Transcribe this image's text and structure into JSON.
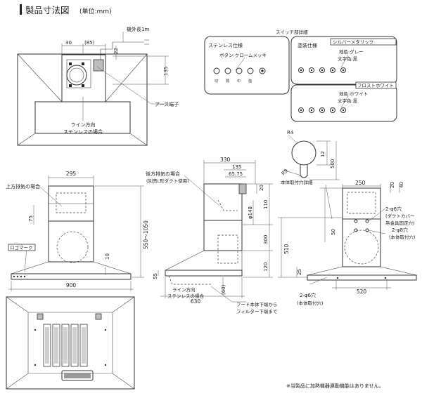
{
  "header": {
    "title": "製品寸法図",
    "unit": "(単位:mm)"
  },
  "top_view": {
    "cable": "機外長1m",
    "d30": "30",
    "d85": "(85)",
    "d22": "22",
    "d135": "135",
    "earth": "アース端子",
    "line1": "ライン方向",
    "line2": "ステンレスの場合"
  },
  "switch_panel": {
    "title": "スイッチ部詳細",
    "stainless": "ステンレス仕様",
    "button_chrome": "ボタン:クロームメッキ",
    "painted": "塗装仕様",
    "silver": "シルバーメタリック",
    "gray_color": "地色:グレー",
    "char_black1": "文字色:黒",
    "frost": "フロストホワイト",
    "white_color": "地色:ホワイト",
    "char_black2": "文字色:黒",
    "btn_labels": [
      "切",
      "弱",
      "中",
      "強"
    ]
  },
  "front_view": {
    "top_exhaust": "上方排気の場合",
    "w295": "295",
    "d75": "75",
    "h550": "550〜1050",
    "d10": "10",
    "logo": "ロゴマーク",
    "w900": "900"
  },
  "side_view": {
    "rear_exhaust": "後方排気の場合",
    "sold_separately": "(別売L形ダクト使用)",
    "w330": "330",
    "d135": "135",
    "d65": "65.75",
    "d20": "20",
    "phi148": "φ148",
    "d110": "110",
    "d300": "300",
    "d120": "120",
    "d55": "55",
    "d60": "(60)",
    "w630": "630",
    "line1": "ライン方向",
    "line2": "ステンレスの場合",
    "hood_bottom": "フード本体下端から",
    "filter_bottom": "フィルター下端まで"
  },
  "mount_hole": {
    "r4": "R4",
    "r9": "R9",
    "d12": "12",
    "d500": "500",
    "title": "本体取付穴詳細"
  },
  "back_view": {
    "w250": "250",
    "d20": "20",
    "d40": "40",
    "phi6a": "2-φ6穴",
    "duct_cover1": "(ダクトカバー",
    "duct_cover2": "吊金具固定穴)",
    "phi8": "2-φ8穴",
    "body_hole1": "(本体取付穴)",
    "d50": "50",
    "d510": "510",
    "d25": "25",
    "d520": "520",
    "phi6b": "2-φ6穴",
    "body_hole2": "(本体取付穴)"
  },
  "footnote": "※当製品に加熱機器連動機能はありません。",
  "colors": {
    "line": "#333333",
    "panel_gray": "#bdbdbd",
    "filter_gray": "#d0d0d0"
  }
}
